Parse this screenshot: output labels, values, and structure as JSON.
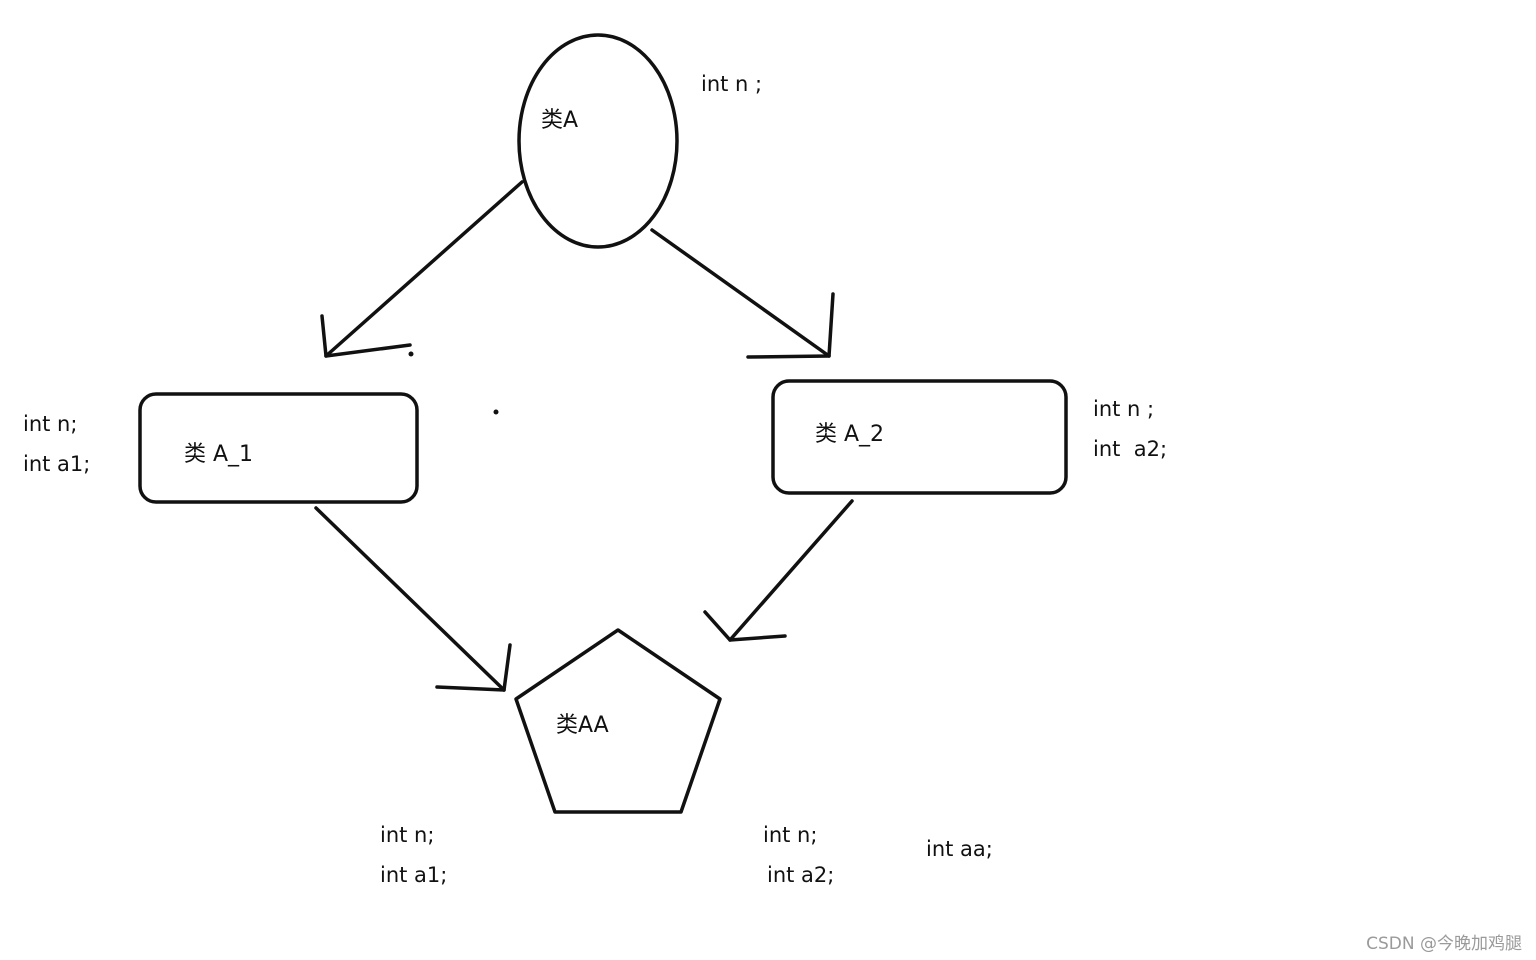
{
  "nodes": {
    "class_a": {
      "label": "类A",
      "shape": "ellipse"
    },
    "class_a1": {
      "label": "类 A_1",
      "shape": "rounded-rectangle"
    },
    "class_a2": {
      "label": "类 A_2",
      "shape": "rounded-rectangle"
    },
    "class_aa": {
      "label": "类AA",
      "shape": "pentagon"
    }
  },
  "annotations": {
    "a": [
      "int n ;"
    ],
    "a1": [
      "int n;",
      "int a1;"
    ],
    "a2": [
      "int n ;",
      "int  a2;"
    ],
    "aa_left": [
      "int n;",
      "int a1;"
    ],
    "aa_right": [
      "int n;",
      "int a2;"
    ],
    "aa_own": [
      "int aa;"
    ]
  },
  "edges": [
    {
      "from": "类A",
      "to": "类 A_1"
    },
    {
      "from": "类A",
      "to": "类 A_2"
    },
    {
      "from": "类 A_1",
      "to": "类AA"
    },
    {
      "from": "类 A_2",
      "to": "类AA"
    }
  ],
  "watermark": "CSDN @今晚加鸡腿",
  "colors": {
    "stroke": "#111111",
    "background": "#ffffff",
    "watermark": "#9a9a9a"
  }
}
